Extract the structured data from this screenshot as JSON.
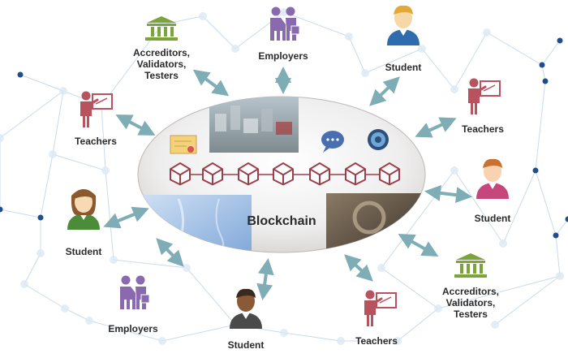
{
  "center": {
    "label": "Blockchain"
  },
  "nodes": [
    {
      "id": "accreditors-top",
      "icon": "institution-icon",
      "lines": [
        "Accreditors,",
        "Validators,",
        "Testers"
      ]
    },
    {
      "id": "employers-top",
      "icon": "handshake-icon",
      "lines": [
        "Employers"
      ]
    },
    {
      "id": "student-top-right",
      "icon": "student-icon",
      "lines": [
        "Student"
      ]
    },
    {
      "id": "teachers-right",
      "icon": "teacher-icon",
      "lines": [
        "Teachers"
      ]
    },
    {
      "id": "student-right",
      "icon": "student-icon",
      "lines": [
        "Student"
      ]
    },
    {
      "id": "accreditors-bottom-right",
      "icon": "institution-icon",
      "lines": [
        "Accreditors,",
        "Validators,",
        "Testers"
      ]
    },
    {
      "id": "teachers-bottom",
      "icon": "teacher-icon",
      "lines": [
        "Teachers"
      ]
    },
    {
      "id": "student-bottom",
      "icon": "student-icon",
      "lines": [
        "Student"
      ]
    },
    {
      "id": "employers-bottom-left",
      "icon": "handshake-icon",
      "lines": [
        "Employers"
      ]
    },
    {
      "id": "student-left",
      "icon": "student-icon",
      "lines": [
        "Student"
      ]
    },
    {
      "id": "teachers-left",
      "icon": "teacher-icon",
      "lines": [
        "Teachers"
      ]
    }
  ],
  "colors": {
    "arrow": "#7fadb6",
    "network": "#c9dcea",
    "network_dot": "#1f4e8c",
    "teacher": "#b9525f",
    "employer": "#8a6aae",
    "institution": "#7ba43a",
    "student_female_shirt": "#4b8c39",
    "student_male_shirt": "#2f6cae",
    "student_pink_shirt": "#c5477b",
    "student_dark_shirt": "#4a4a4a",
    "cube_stroke": "#9c3f4c"
  }
}
